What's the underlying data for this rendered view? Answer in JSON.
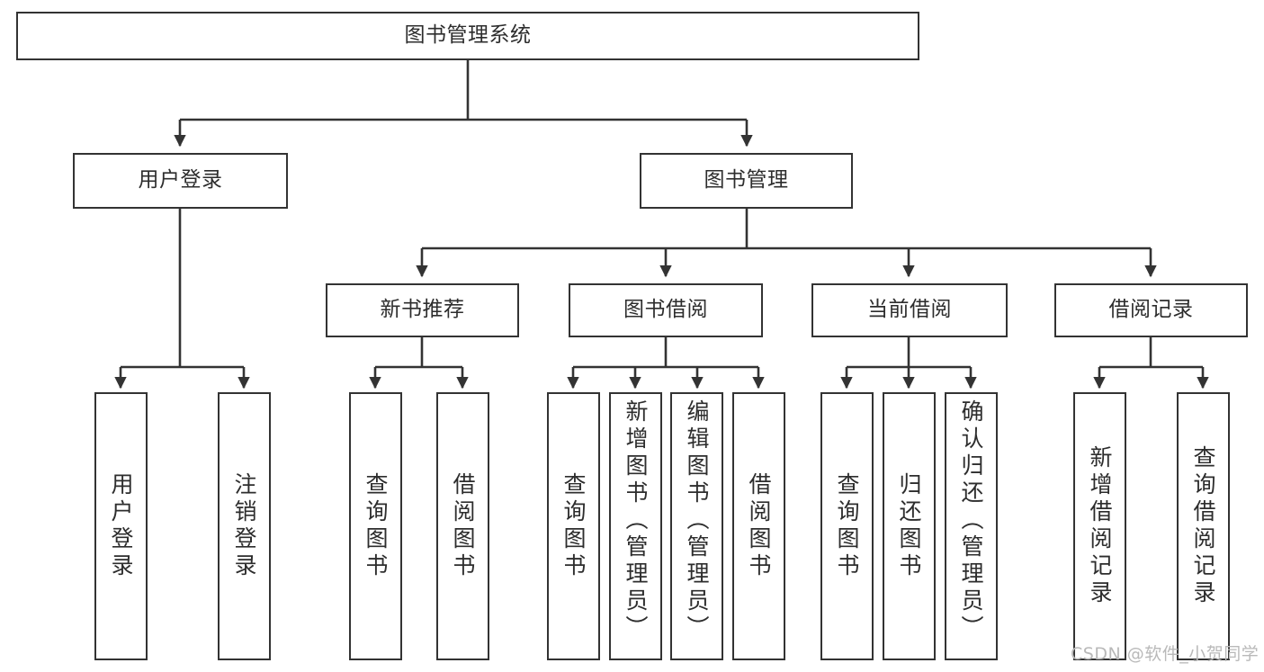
{
  "diagram": {
    "title": "图书管理系统",
    "type": "tree-hierarchy",
    "orientation": "top-down",
    "accent_color": "#333333",
    "background_color": "#ffffff",
    "watermark": "CSDN @软件_小贺同学"
  },
  "nodes": {
    "root": {
      "label": "图书管理系统"
    },
    "level2": [
      {
        "label": "用户登录"
      },
      {
        "label": "图书管理"
      }
    ],
    "level3": [
      {
        "label": "新书推荐"
      },
      {
        "label": "图书借阅"
      },
      {
        "label": "当前借阅"
      },
      {
        "label": "借阅记录"
      }
    ],
    "leaves": {
      "user_login": [
        {
          "label": "用户登录"
        },
        {
          "label": "注销登录"
        }
      ],
      "new_book_recommend": [
        {
          "label": "查询图书"
        },
        {
          "label": "借阅图书"
        }
      ],
      "book_borrow": [
        {
          "label": "查询图书"
        },
        {
          "label": "新增图书（管理员）"
        },
        {
          "label": "编辑图书（管理员）"
        },
        {
          "label": "借阅图书"
        }
      ],
      "current_borrow": [
        {
          "label": "查询图书"
        },
        {
          "label": "归还图书"
        },
        {
          "label": "确认归还（管理员）"
        }
      ],
      "borrow_record": [
        {
          "label": "新增借阅记录"
        },
        {
          "label": "查询借阅记录"
        }
      ]
    }
  }
}
